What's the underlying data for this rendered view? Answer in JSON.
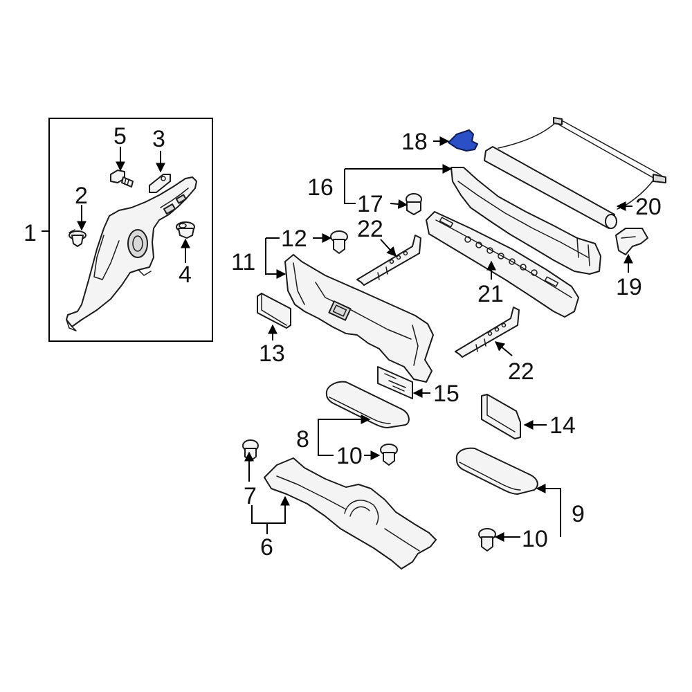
{
  "diagram": {
    "highlight_color": "#2b4fc4",
    "highlighted_part": "18",
    "callouts": {
      "c1": "1",
      "c2": "2",
      "c3": "3",
      "c4": "4",
      "c5": "5",
      "c6": "6",
      "c7": "7",
      "c8": "8",
      "c9": "9",
      "c10a": "10",
      "c10b": "10",
      "c11": "11",
      "c12": "12",
      "c13": "13",
      "c14": "14",
      "c15": "15",
      "c16": "16",
      "c17": "17",
      "c18": "18",
      "c19": "19",
      "c20": "20",
      "c21": "21",
      "c22a": "22",
      "c22b": "22"
    }
  }
}
